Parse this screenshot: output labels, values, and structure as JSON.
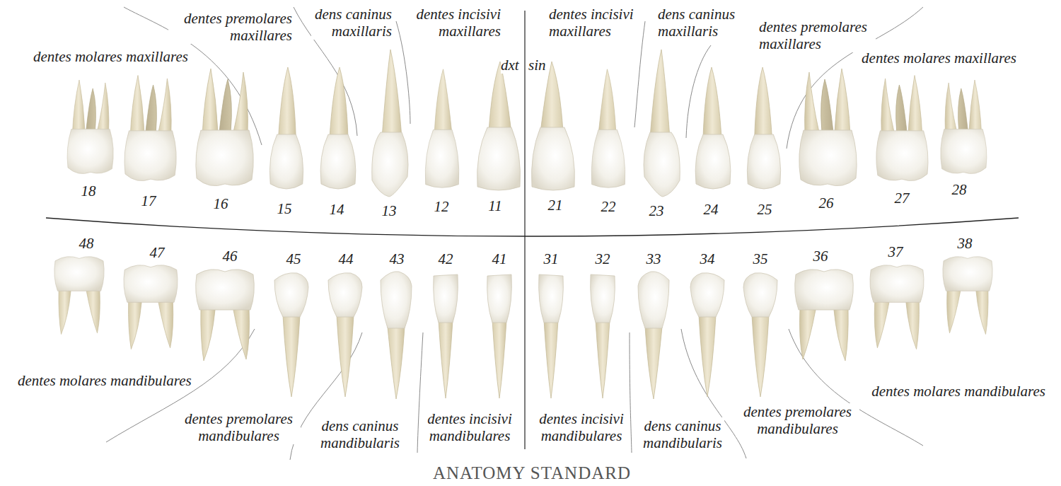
{
  "diagram": {
    "labels": [
      "dentes molares maxillares",
      "dentes premolares maxillares",
      "dens caninus maxillaris",
      "dentes incisivi maxillares",
      "dxt",
      "sin",
      "dentes incisivi maxillares",
      "dens caninus maxillaris",
      "dentes premolares maxillares",
      "dentes molares maxillares",
      "18",
      "17",
      "16",
      "15",
      "14",
      "13",
      "12",
      "11",
      "21",
      "22",
      "23",
      "24",
      "25",
      "26",
      "27",
      "28",
      "48",
      "47",
      "46",
      "45",
      "44",
      "43",
      "42",
      "41",
      "31",
      "32",
      "33",
      "34",
      "35",
      "36",
      "37",
      "38",
      "dentes molares mandibulares",
      "dentes premolares mandibulares",
      "dens caninus mandibularis",
      "dentes incisivi mandibulares",
      "dentes incisivi mandibulares",
      "dens caninus mandibularis",
      "dentes premolares mandibulares",
      "dentes molares mandibulares",
      "ANATOMY STANDARD"
    ]
  }
}
